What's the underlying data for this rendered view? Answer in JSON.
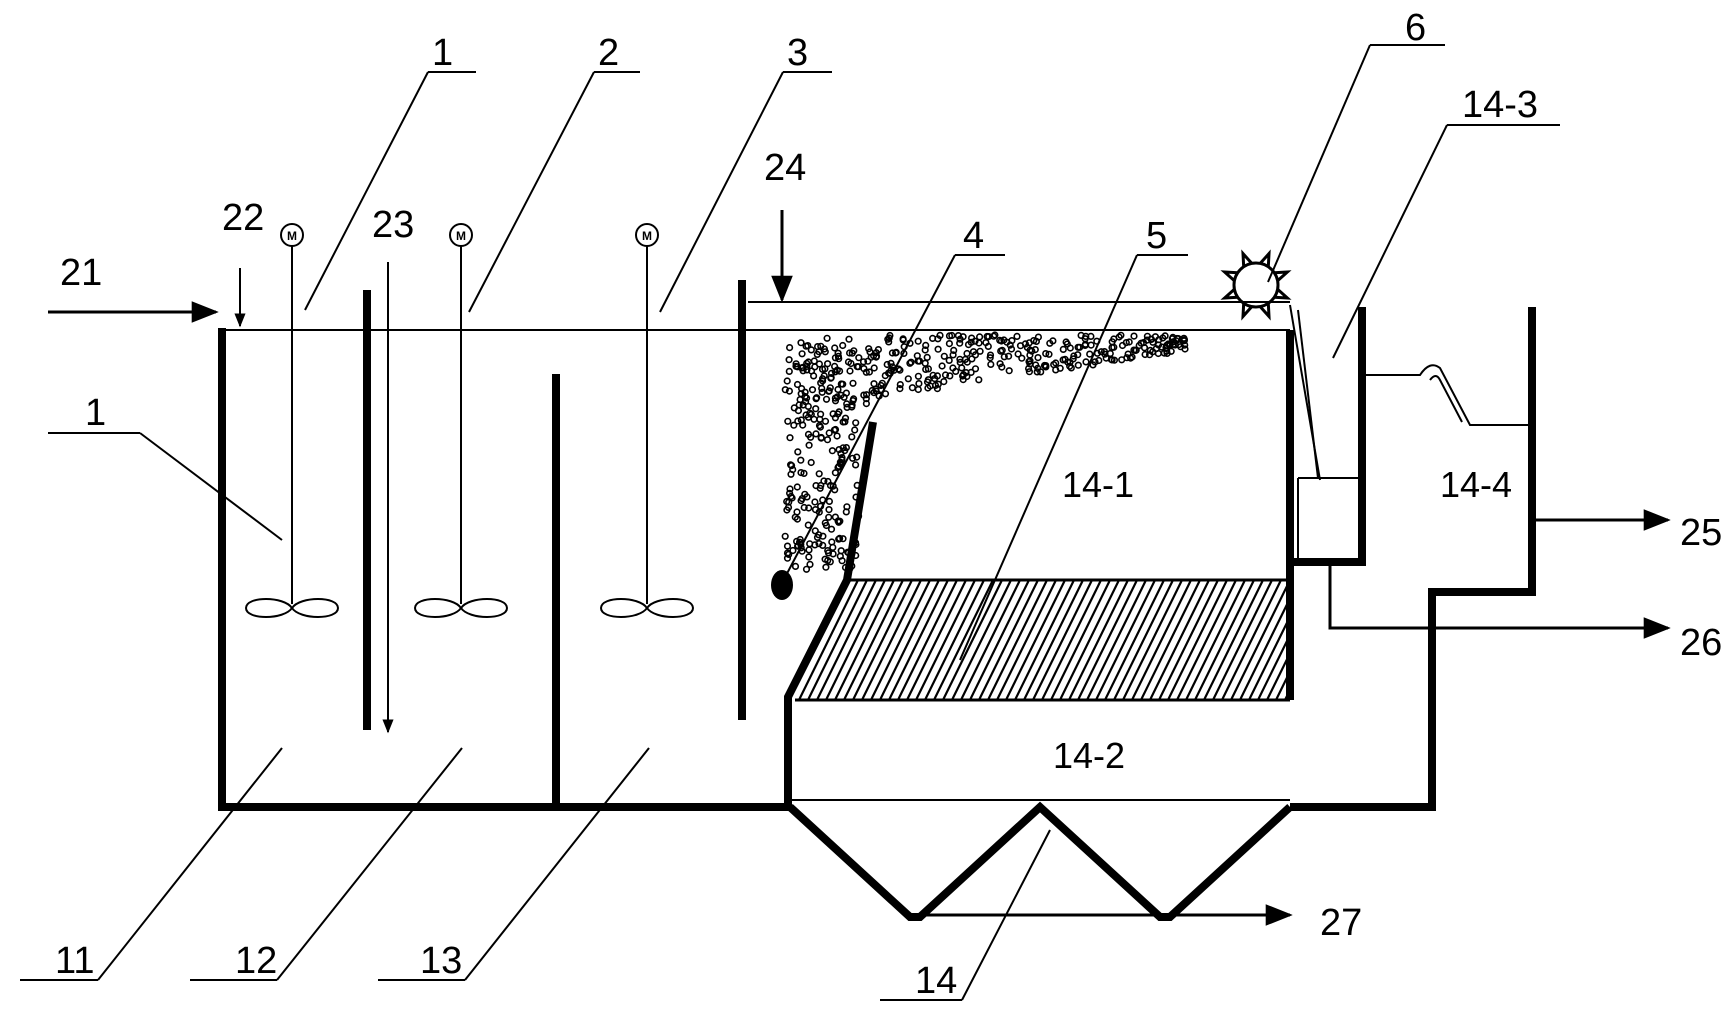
{
  "labels": {
    "l1_top": "1",
    "l2": "2",
    "l3": "3",
    "l4": "4",
    "l5": "5",
    "l6": "6",
    "l14_3": "14-3",
    "l24": "24",
    "l23": "23",
    "l22": "22",
    "l21": "21",
    "l1_left": "1",
    "l11": "11",
    "l12": "12",
    "l13": "13",
    "l14": "14",
    "l25": "25",
    "l26": "26",
    "l27": "27",
    "l14_1": "14-1",
    "l14_2": "14-2",
    "l14_4": "14-4"
  },
  "motor_symbol": "M"
}
